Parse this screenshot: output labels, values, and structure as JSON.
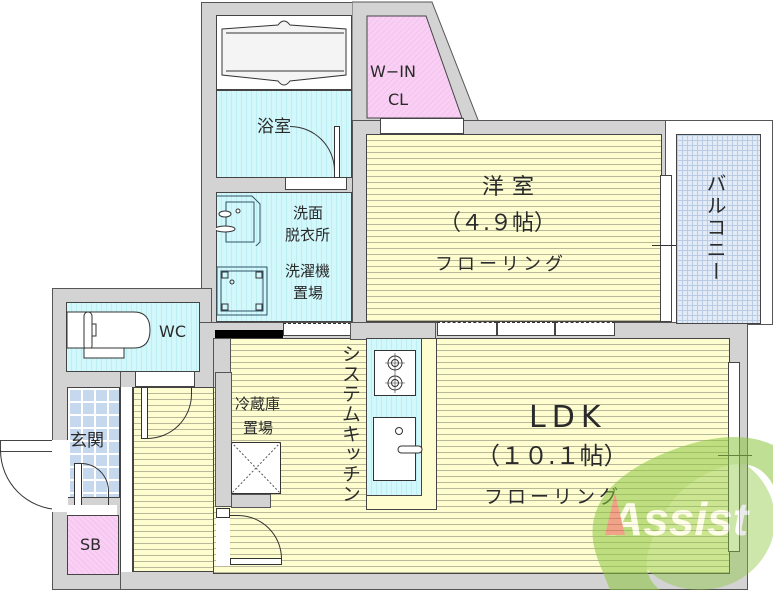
{
  "rooms": {
    "bathroom": {
      "label": "浴室"
    },
    "walk_in_closet": {
      "label_line1": "W−IN",
      "label_line2": "CL"
    },
    "western_room": {
      "label": "洋室",
      "size": "（４.９帖）",
      "flooring": "フローリング"
    },
    "balcony": {
      "label": "バルコニー"
    },
    "washroom": {
      "label_line1": "洗面",
      "label_line2": "脱衣所",
      "label_line3": "洗濯機",
      "label_line4": "置場"
    },
    "toilet": {
      "label": "WC"
    },
    "entrance": {
      "label": "玄関"
    },
    "shoe_box": {
      "label": "SB"
    },
    "fridge_space": {
      "label_line1": "冷蔵庫",
      "label_line2": "置場"
    },
    "kitchen": {
      "label": "システムキッチン"
    },
    "ldk": {
      "label": "LDK",
      "size": "（１０.１帖）",
      "flooring": "フローリング"
    }
  },
  "watermark": {
    "text": "Assist"
  },
  "colors": {
    "floor": "#fdfdd0",
    "wet_area": "#d2f8fc",
    "closet": "#f9d0f4",
    "tile": "#e3ecf6",
    "wall": "#d3d3d3",
    "watermark_green": "#8cc63f",
    "watermark_red": "#e85a4f"
  }
}
